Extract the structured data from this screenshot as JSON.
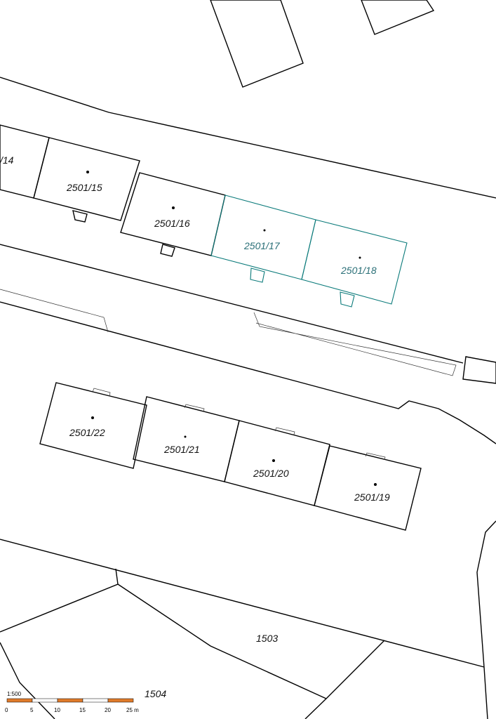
{
  "map": {
    "highlight_color": "#80ffff",
    "highlight_stroke": "#0a7a7a",
    "parcels": [
      {
        "id": "p14",
        "label": "/14",
        "highlighted": false
      },
      {
        "id": "p15",
        "label": "2501/15",
        "highlighted": false
      },
      {
        "id": "p16",
        "label": "2501/16",
        "highlighted": false
      },
      {
        "id": "p17",
        "label": "2501/17",
        "highlighted": true
      },
      {
        "id": "p18",
        "label": "2501/18",
        "highlighted": true
      },
      {
        "id": "p19",
        "label": "2501/19",
        "highlighted": false
      },
      {
        "id": "p20",
        "label": "2501/20",
        "highlighted": false
      },
      {
        "id": "p21",
        "label": "2501/21",
        "highlighted": false
      },
      {
        "id": "p22",
        "label": "2501/22",
        "highlighted": false
      },
      {
        "id": "p1503",
        "label": "1503",
        "highlighted": false
      },
      {
        "id": "p1504",
        "label": "1504",
        "highlighted": false
      }
    ]
  },
  "scale_bar": {
    "ratio": "1:500",
    "ticks": [
      "0",
      "5",
      "10",
      "15",
      "20",
      "25 m"
    ],
    "fill_color": "#e07b2a"
  }
}
